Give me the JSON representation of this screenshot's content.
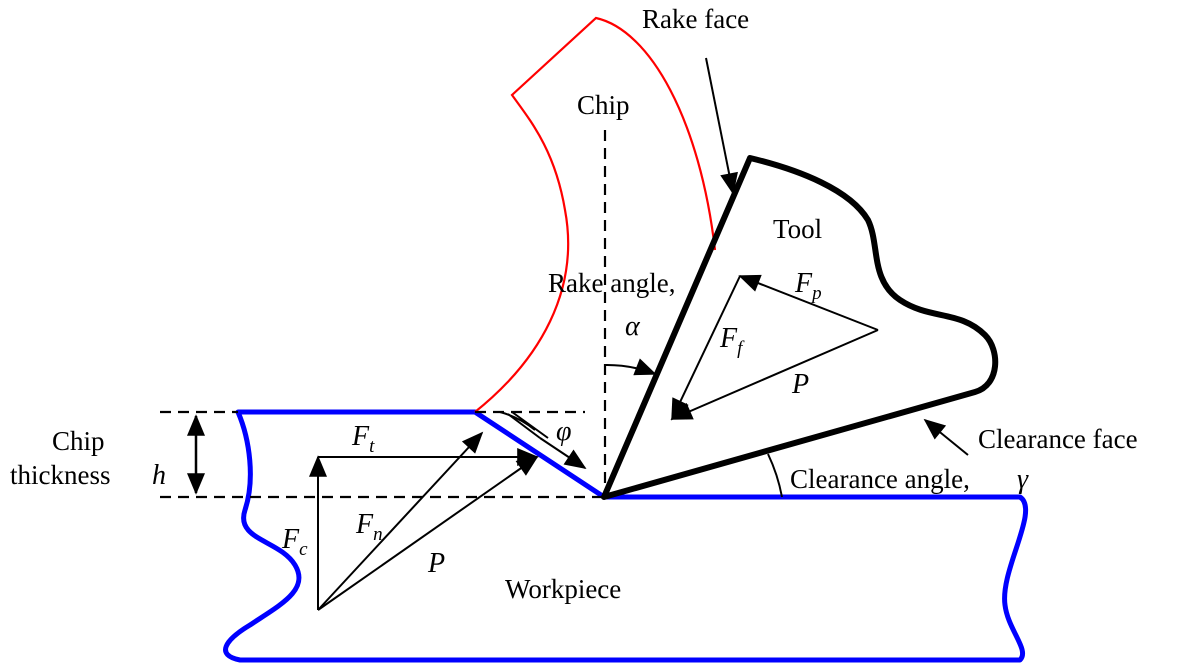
{
  "labels": {
    "rake_face": "Rake face",
    "chip": "Chip",
    "tool": "Tool",
    "rake_angle": "Rake angle,",
    "rake_angle_symbol": "α",
    "chip_thickness_line1": "Chip",
    "chip_thickness_line2": "thickness",
    "chip_thickness_symbol": "h",
    "shear_angle_symbol": "φ",
    "clearance_face": "Clearance face",
    "clearance_angle": "Clearance angle,",
    "clearance_angle_symbol": "γ",
    "workpiece": "Workpiece"
  },
  "forces": {
    "Fp": {
      "main": "F",
      "sub": "p"
    },
    "Ff": {
      "main": "F",
      "sub": "f"
    },
    "P_tool": {
      "main": "P"
    },
    "Ft": {
      "main": "F",
      "sub": "t"
    },
    "Fn": {
      "main": "F",
      "sub": "n"
    },
    "Fc": {
      "main": "F",
      "sub": "c"
    },
    "P_work": {
      "main": "P"
    }
  },
  "colors": {
    "workpiece_outline": "#0000ff",
    "chip_outline": "#ff0000",
    "tool_outline": "#000000",
    "background": "#ffffff"
  }
}
